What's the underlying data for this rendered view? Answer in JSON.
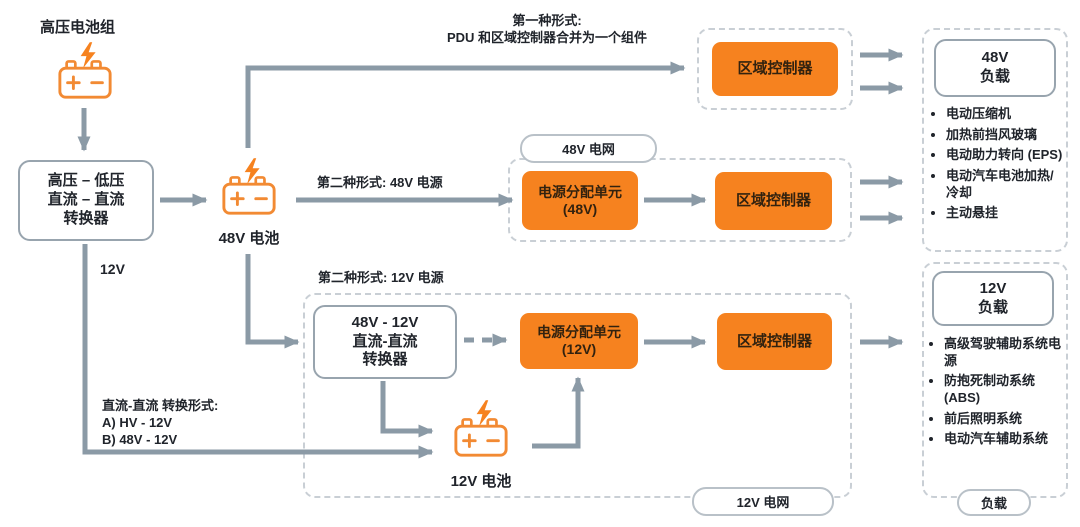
{
  "colors": {
    "accent_orange": "#f6821f",
    "arrow_gray": "#8b9aa6",
    "box_border": "#98a4ae",
    "dashed_border": "#c9cfd5",
    "text_dark": "#20242b"
  },
  "diagram": {
    "source_label": "高压电池组",
    "converter_hv": "高压 – 低压\n直流 – 直流\n转换器",
    "battery_48": "48V 电池",
    "battery_12": "12V 电池",
    "tap_12v": "12V",
    "note_form1": "第一种形式:\nPDU 和区域控制器合并为一个组件",
    "note_form2_48": "第二种形式: 48V 电源",
    "note_form2_12": "第二种形式: 12V 电源",
    "note_dcdc": "直流-直流 转换形式:\nA) HV - 12V\nB) 48V - 12V",
    "tag_grid48": "48V 电网",
    "tag_grid12": "12V 电网",
    "tag_loads": "负载",
    "pdu48": "电源分配单元\n(48V)",
    "pdu12": "电源分配单元\n(12V)",
    "zone1": "区域控制器",
    "zone2": "区域控制器",
    "zone3": "区域控制器",
    "converter_48_12": "48V - 12V\n直流-直流\n转换器",
    "loads48": {
      "title": "48V\n负载",
      "items": [
        "电动压缩机",
        "加热前挡风玻璃",
        "电动助力转向 (EPS)",
        "电动汽车电池加热/冷却",
        "主动悬挂"
      ]
    },
    "loads12": {
      "title": "12V\n负载",
      "items": [
        "高级驾驶辅助系统电源",
        "防抱死制动系统 (ABS)",
        "前后照明系统",
        "电动汽车辅助系统"
      ]
    }
  }
}
